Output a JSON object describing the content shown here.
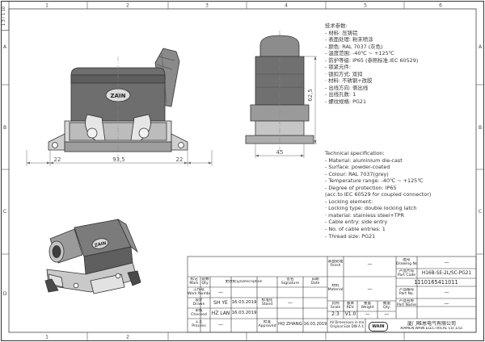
{
  "sheet": {
    "side_label": "1 3 / 1 10",
    "zone_cols": [
      "1",
      "2",
      "3",
      "4",
      "5",
      "6"
    ],
    "zone_rows_left": [
      "A",
      "B",
      "C",
      "D"
    ],
    "zone_rows_right": [
      "A",
      "B",
      "C"
    ],
    "logo_text": "ZAIN"
  },
  "dimensions": {
    "d_22_left": "22",
    "d_93_5": "93,5",
    "d_22_right": "22",
    "d_62_5": "62,5",
    "d_45": "45"
  },
  "spec_cn": [
    "技术参数:",
    "- 材料: 压铸铝",
    "- 表面处理: 粉末喷涂",
    "- 颜色: RAL 7037 (灰色)",
    "- 温度范围: -40℃ ~ +125℃",
    "- 防护等级: IP65 (参照标准.IEC 60529)",
    "- 锁紧元件:",
    "   · 锁扣方式: 双扣",
    "   · 材料: 不锈钢+改胶",
    "- 出线方向: 侧出线",
    "- 出线孔数: 1",
    "- 螺纹规格: PG21"
  ],
  "spec_en": [
    "Technical specification:",
    "- Material: aluminium die-cast",
    "- Surface: powder-coated",
    "- Colour: RAL 7037(grey)",
    "- Temperature range: -40℃ ~ +125℃",
    "- Degree of protection: IP65",
    "  (acc.to IEC 60529 for coupled connector)",
    "- Locking element:",
    "   · Locking type: double locking latch",
    "   · material: stainless steel+TPR",
    "- Cable entry: side entry",
    "- No. of cable entries: 1",
    "- Thread size: PG21"
  ],
  "title_block": {
    "finish_label": "表面处理\nFinish",
    "finish_value": "—",
    "drawing_no_label": "图号\nDrawing No.",
    "drawing_no_value": "—",
    "material_label": "材料\nMaterial",
    "material_value": "—",
    "part_code_label": "产品代号\nPart Code",
    "part_code_value": "H16B-SE-2L/SC-PG21",
    "part_no_label": "产品编号\nPart No.",
    "part_no_value": "1110165411011",
    "part_name_label": "产品名称\nPart Name",
    "part_name_value": "—",
    "mark_label": "标记\nMark",
    "qty_label": "处数\nQty.",
    "change_label": "更改标记/Description",
    "sig_label": "签名\nSignature",
    "date_label": "日期\nDate",
    "work_no_label": "工作号\nWork Number",
    "drawn_label": "设计\nDrawn",
    "drawn_name": "SH YE",
    "drawn_date": "16.03.2019",
    "checked_label": "审核\nChecked",
    "checked_name": "HZ LAN",
    "checked_date": "16.03.2019",
    "process_label": "工艺\nProcess",
    "approved_label": "批准\nApproved",
    "approved_name": "HQ ZHANG",
    "approved_date": "16.03.2019",
    "stand_label": "标准化\nStand",
    "scale_label": "比例\nScale",
    "scale_value": "2:3",
    "rev_label": "版本\nREV.",
    "rev_value": "V1.0",
    "weight_label": "重量\nWeight",
    "weight_value": "—",
    "qty2_label": "数量\nQty.",
    "qty2_value": "—",
    "dims_note": "All Dimensions in mm\nOriginal Size DIN A 4",
    "company_cn": "厦门唯恩电气有限公司",
    "company_en": "XIAMEN WAIN ELECTRICAL CO.,LTD.",
    "company_logo": "WAIN",
    "dash": "—"
  }
}
